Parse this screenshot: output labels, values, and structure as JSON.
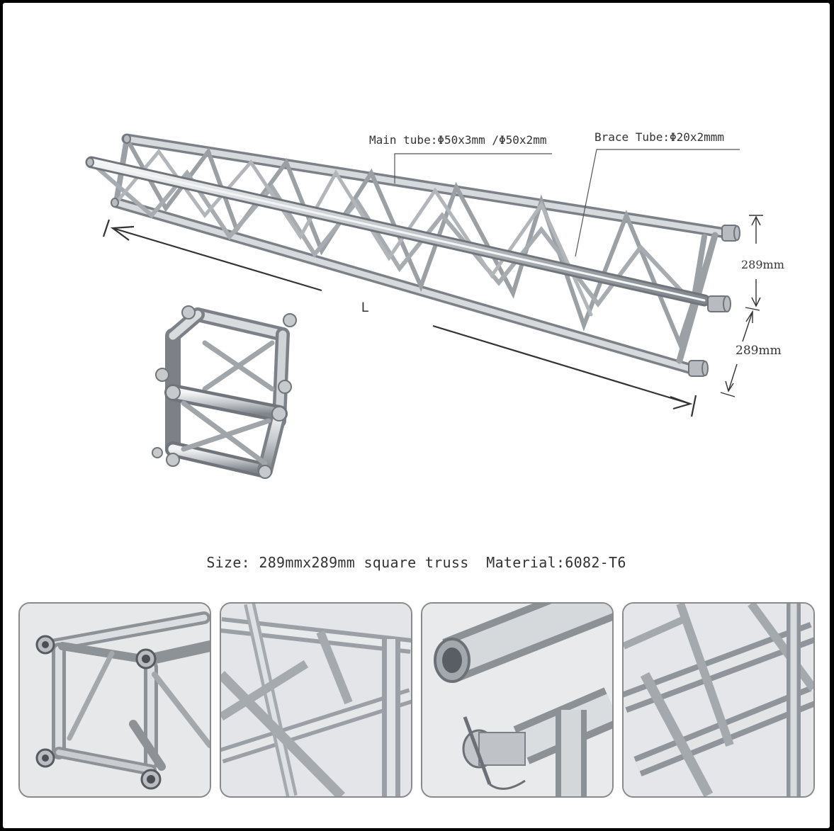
{
  "labels": {
    "main_tube": "Main tube:Φ50x3mm /Φ50x2mm",
    "brace_tube": "Brace Tube:Φ20x2mmm",
    "height_top": "289mm",
    "height_bottom": "289mm",
    "length": "L"
  },
  "caption": "Size: 289mmx289mm square truss  Material:6082-T6",
  "colors": {
    "page_background": "#ffffff",
    "border": "#000000",
    "aluminium": "#c7cacd",
    "aluminium_dark": "#8c9196",
    "panel_border": "#8a8a8a"
  },
  "photos": [
    {
      "subject": "truss-end-section"
    },
    {
      "subject": "brace-joint-closeup"
    },
    {
      "subject": "spigot-connector-closeup"
    },
    {
      "subject": "truss-bracing-closeup"
    }
  ]
}
